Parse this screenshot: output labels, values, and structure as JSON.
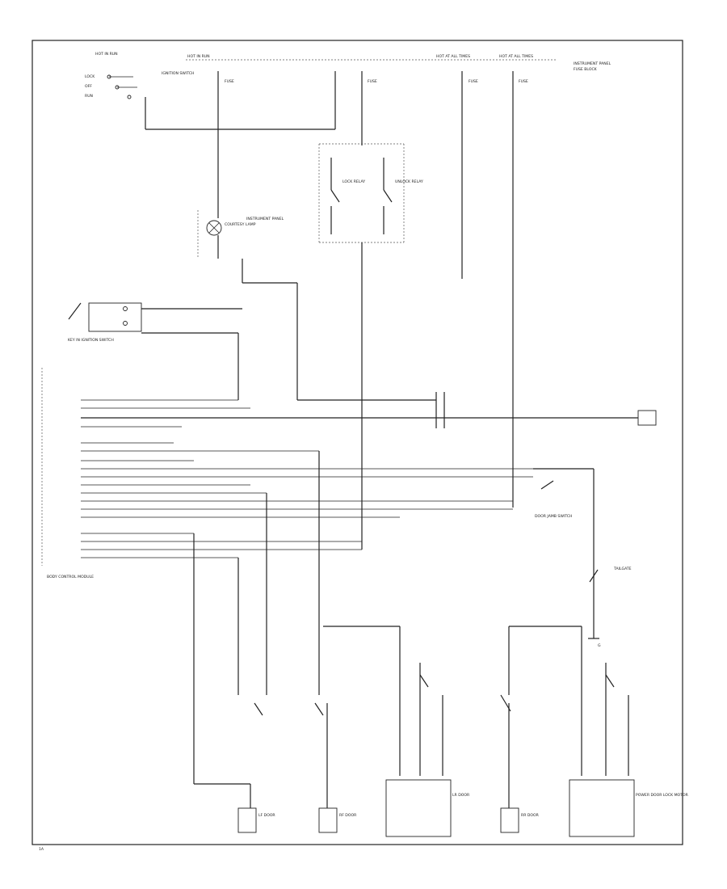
{
  "diagram": {
    "labels": {
      "hot_in_run": "HOT IN RUN",
      "hot_at_all_times": "HOT AT ALL TIMES",
      "ignition_switch": "IGNITION SWITCH",
      "fuse": "FUSE",
      "instrument_panel": "INSTRUMENT PANEL",
      "panel_fuse_block": "FUSE BLOCK",
      "courtesy_lamp": "COURTESY LAMP",
      "lock_relay": "LOCK RELAY",
      "unlock_relay": "UNLOCK RELAY",
      "power_door_lock_motor": "POWER DOOR LOCK MOTOR",
      "key_in_ignition_switch": "KEY IN IGNITION SWITCH",
      "body_control_module": "BODY CONTROL MODULE",
      "door_jamb_switch": "DOOR JAMB SWITCH",
      "ground": "G",
      "lf_door": "LF DOOR",
      "rf_door": "RF DOOR",
      "lr_door": "LR DOOR",
      "rr_door": "RR DOOR",
      "tailgate": "TAILGATE",
      "figure_code": "1A"
    }
  }
}
